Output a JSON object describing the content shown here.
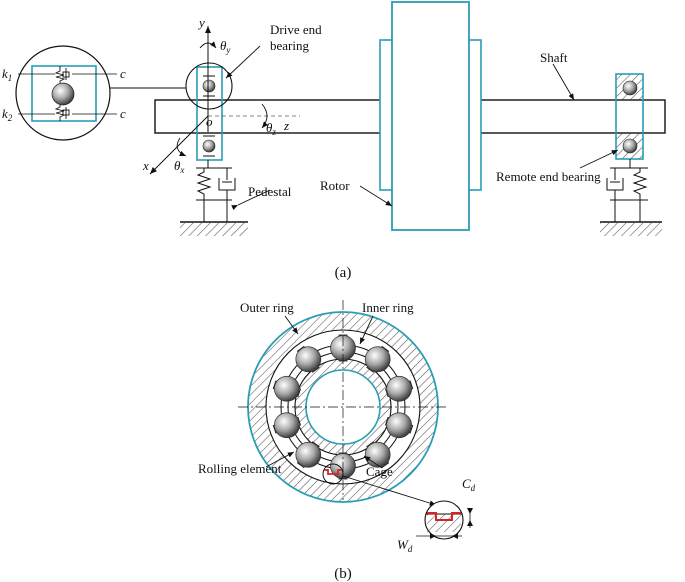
{
  "colors": {
    "outline": "#2a9db5",
    "ink": "#111111",
    "defect": "#e02020",
    "hatch": "#555555"
  },
  "part_a": {
    "panel_label": "(a)",
    "labels": {
      "drive_end_bearing_line1": "Drive end",
      "drive_end_bearing_line2": "bearing",
      "shaft": "Shaft",
      "remote_end_bearing": "Remote end bearing",
      "rotor": "Rotor",
      "pedestal": "Pedestal"
    },
    "axes": {
      "y": "y",
      "z": "z",
      "x": "x",
      "origin": "o",
      "theta_y": "θ",
      "theta_y_sub": "y",
      "theta_z": "θ",
      "theta_z_sub": "z",
      "theta_x": "θ",
      "theta_x_sub": "x"
    },
    "inset": {
      "k1": "k",
      "k1_sub": "1",
      "k2": "k",
      "k2_sub": "2",
      "c_top": "c",
      "c_bottom": "c"
    }
  },
  "part_b": {
    "panel_label": "(b)",
    "labels": {
      "outer_ring": "Outer ring",
      "inner_ring": "Inner ring",
      "rolling_element": "Rolling element",
      "cage": "Cage"
    },
    "defect": {
      "cd": "C",
      "cd_sub": "d",
      "wd": "W",
      "wd_sub": "d"
    }
  }
}
